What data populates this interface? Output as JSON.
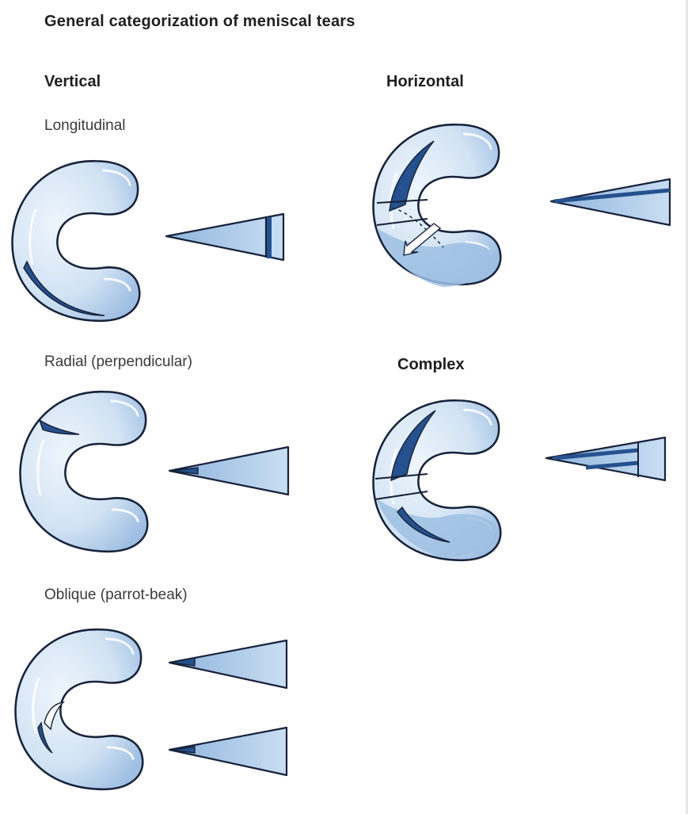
{
  "title": "General categorization of meniscal tears",
  "sections": {
    "vertical": "Vertical",
    "horizontal": "Horizontal",
    "complex": "Complex"
  },
  "labels": {
    "longitudinal": "Longitudinal",
    "radial": "Radial (perpendicular)",
    "oblique": "Oblique (parrot-beak)"
  },
  "colors": {
    "meniscus_fill": "#dbe9f7",
    "meniscus_shadow": "#a9c6e6",
    "tear": "#25518e",
    "outline": "#17223a"
  }
}
